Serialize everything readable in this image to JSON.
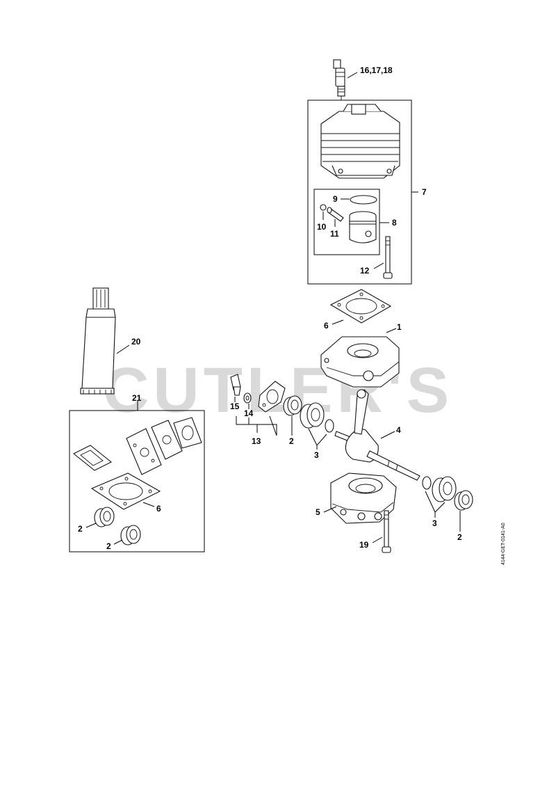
{
  "watermark": "CUTLER'S",
  "document_code": "4144-GET-0141-A0",
  "labels": {
    "spark_plug": "16,17,18",
    "cylinder_kit": "7",
    "piston_ring": "9",
    "piston": "8",
    "snap_ring": "10",
    "piston_pin": "11",
    "cylinder_screw": "12",
    "cylinder_gasket": "6",
    "crankcase_upper": "1",
    "grease_tube": "20",
    "gasket_set": "21",
    "oil_seal_left": "2",
    "bearing_left": "3",
    "crankshaft": "4",
    "crankcase_lower": "5",
    "bearing_right": "3",
    "oil_seal_right": "2",
    "crankcase_screw": "19",
    "ignition_spacer": "13",
    "spacer_sleeve": "14",
    "plug_cap": "15",
    "set_gasket": "6",
    "set_seal_a": "2",
    "set_seal_b": "2"
  }
}
